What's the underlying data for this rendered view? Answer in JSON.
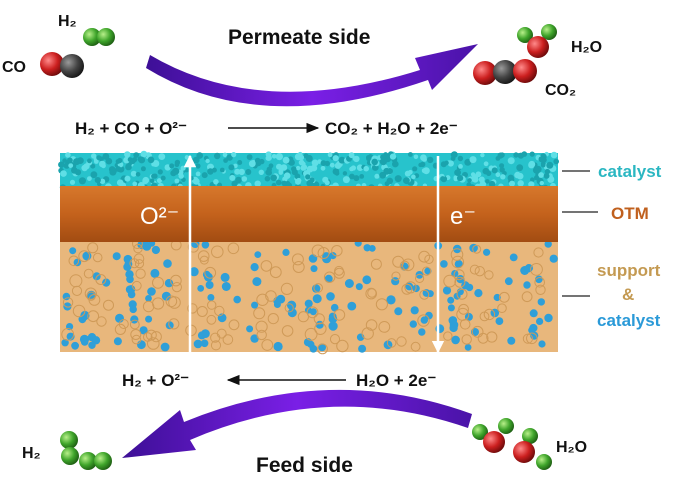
{
  "permeate": {
    "title": "Permeate side",
    "in_h2": "H₂",
    "in_co": "CO",
    "out_h2o": "H₂O",
    "out_co2": "CO₂"
  },
  "feed": {
    "title": "Feed side",
    "out_h2": "H₂",
    "in_h2o": "H₂O"
  },
  "reactions": {
    "top_left": "H₂ + CO + O²⁻",
    "top_right": "CO₂ + H₂O + 2e⁻",
    "bottom_left": "H₂ + O²⁻",
    "bottom_right": "H₂O + 2e⁻"
  },
  "membrane": {
    "oxide_ion": "O²⁻",
    "electron": "e⁻",
    "label_catalyst": "catalyst",
    "label_otm": "OTM",
    "label_support": "support",
    "label_amp": "&",
    "label_support_catalyst": "catalyst"
  },
  "colors": {
    "arrow_purple": "#6a17d6",
    "catalyst_teal": "#27c3cc",
    "otm_orange": "#c4621c",
    "support_tan": "#e8b77c",
    "support_dot_blue": "#2f9fd8",
    "label_catalyst": "#2bb7c2",
    "label_otm": "#c0601e",
    "label_support": "#c49a52",
    "label_support_catalyst": "#2b9ad8",
    "atom_green": "#3fa52b",
    "atom_red": "#cc1f1f",
    "atom_dark": "#444444"
  }
}
